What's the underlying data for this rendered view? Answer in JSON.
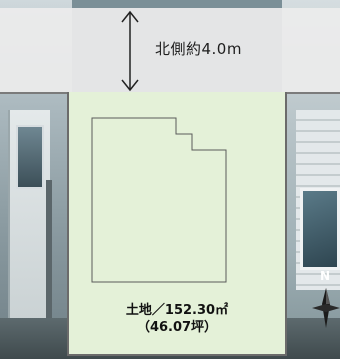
{
  "road": {
    "label": "北側約4.0m"
  },
  "lot": {
    "area_line": "土地／152.30㎡",
    "tsubo_line": "（46.07坪）"
  },
  "compass": {
    "north_letter": "N"
  },
  "colors": {
    "road_fill": "#ececec",
    "lot_fill": "#e4f1d8",
    "outline": "#6b6b6b"
  },
  "icons": [
    "double-arrow-icon",
    "compass-rose-icon"
  ]
}
